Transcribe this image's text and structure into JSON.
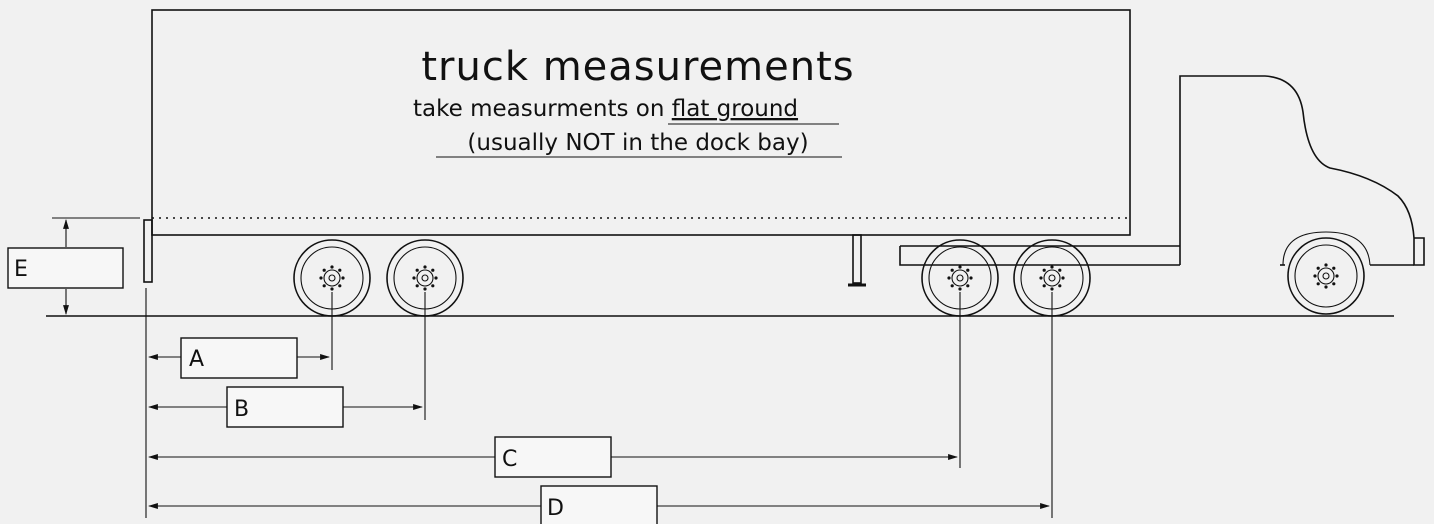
{
  "heading": {
    "title": "truck measurements",
    "line1_prefix": "take measurments on ",
    "line1_underlined": "flat ground",
    "line2": "(usually NOT in the dock bay)"
  },
  "dimensions": [
    {
      "key": "A",
      "label": "A"
    },
    {
      "key": "B",
      "label": "B"
    },
    {
      "key": "C",
      "label": "C"
    },
    {
      "key": "D",
      "label": "D"
    },
    {
      "key": "E",
      "label": "E"
    }
  ],
  "colors": {
    "ink": "#111111",
    "paper": "#f1f1f1"
  }
}
